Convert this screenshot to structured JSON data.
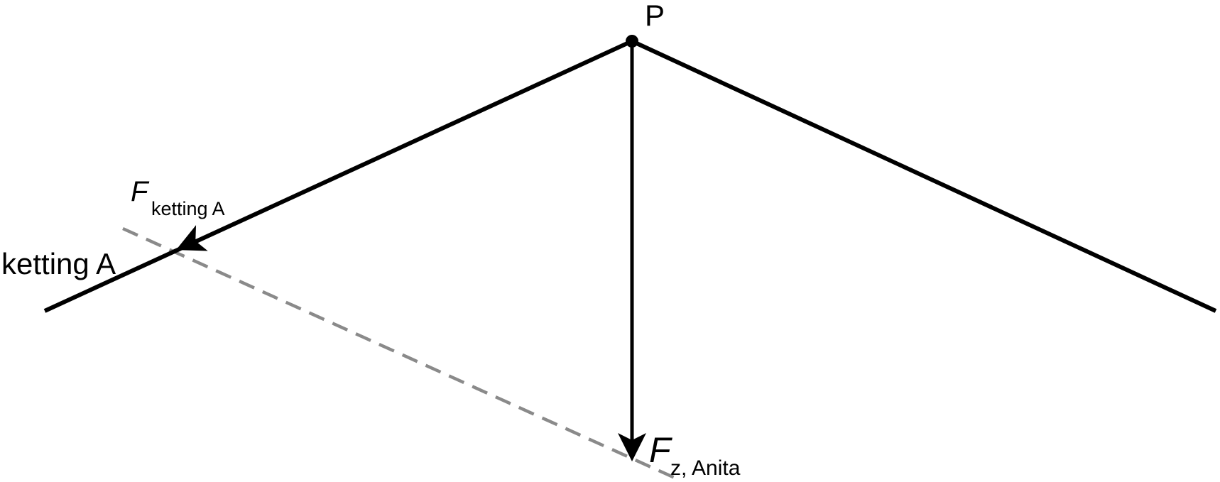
{
  "labels": {
    "point": "P",
    "chain_a": "ketting A",
    "force_chain_a_symbol": "F",
    "force_chain_a_subscript": "ketting A",
    "force_weight_symbol": "F",
    "force_weight_subscript": "z, Anita"
  },
  "colors": {
    "background": "#ffffff",
    "line": "#000000",
    "dashed_line": "#8a8a8a",
    "text": "#000000"
  }
}
